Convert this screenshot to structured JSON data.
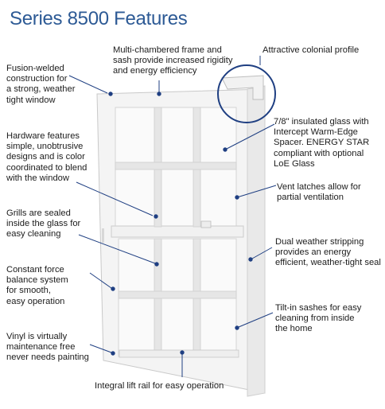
{
  "title": "Series 8500 Features",
  "labels": {
    "fusion_welded": "Fusion-welded\nconstruction for\na strong, weather\ntight window",
    "multi_chambered": "Multi-chambered frame and\nsash provide increased rigidity\nand energy efficiency",
    "colonial_profile": "Attractive colonial profile",
    "hardware": "Hardware features\nsimple, unobtrusive\ndesigns and is color\ncoordinated to blend\nwith the window",
    "insulated_glass": "7/8\" insulated glass with\nIntercept Warm-Edge\nSpacer.  ENERGY STAR\ncompliant with optional\nLoE Glass",
    "vent_latches": "Vent latches allow for\npartial ventilation",
    "grills": "Grills are sealed\ninside the glass for\neasy cleaning",
    "weather_stripping": "Dual weather stripping\nprovides an energy\nefficient, weather-tight seal",
    "balance_system": "Constant force\nbalance system\nfor smooth,\neasy operation",
    "tilt_in": "Tilt-in sashes for easy\ncleaning from inside\nthe home",
    "vinyl": "Vinyl is virtually\nmaintenance free\nnever needs painting",
    "lift_rail": "Integral lift rail for easy operation"
  },
  "colors": {
    "title": "#2d5a95",
    "pointer": "#1f3f82",
    "frame": "#f4f4f4",
    "frame_edge": "#c9c9c9",
    "glass": "#fafafa",
    "grill": "#e6e6e6"
  }
}
